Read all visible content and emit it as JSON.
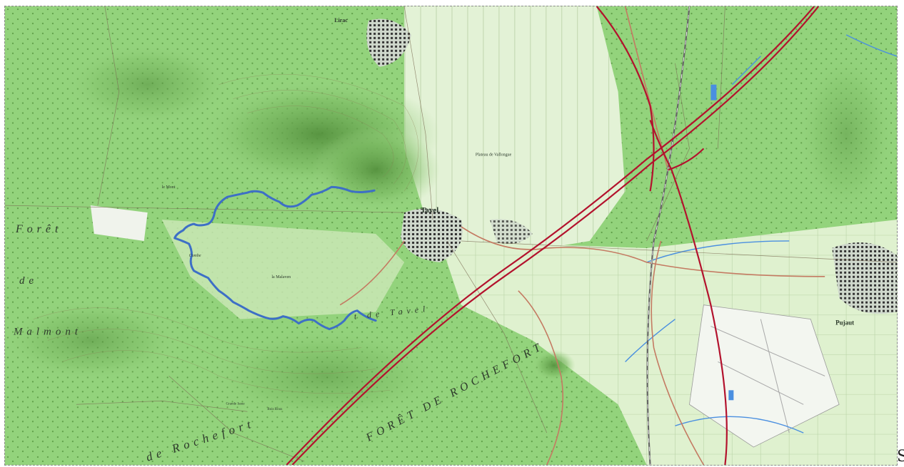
{
  "map": {
    "labels": {
      "tavel": "Tavel",
      "pujaut": "Pujaut",
      "lirac": "Lirac",
      "foret_de_rochefort": "FORÊT DE ROCHEFORT",
      "rochefort": "de Rochefort",
      "foret_west": "Forêt",
      "malmont": "Malmont",
      "de": "de",
      "plateau": "Plateau de Vallongue",
      "foret_tavel": "t de Tavel",
      "malaven": "la Malaven",
      "combe": "Combe",
      "le_mont": "le Mont",
      "bois_roux": "Bois Roux",
      "grande_issue": "Grande Issue"
    },
    "colors": {
      "base": "#d8eec7",
      "forest": "#8fd176",
      "relief": "#5f9446",
      "motorway": "#b3122d",
      "route": "#c47a62",
      "track_blue": "#3d6fc6",
      "water": "#4a8fe0"
    }
  },
  "page": {
    "corner_letter": "S"
  }
}
